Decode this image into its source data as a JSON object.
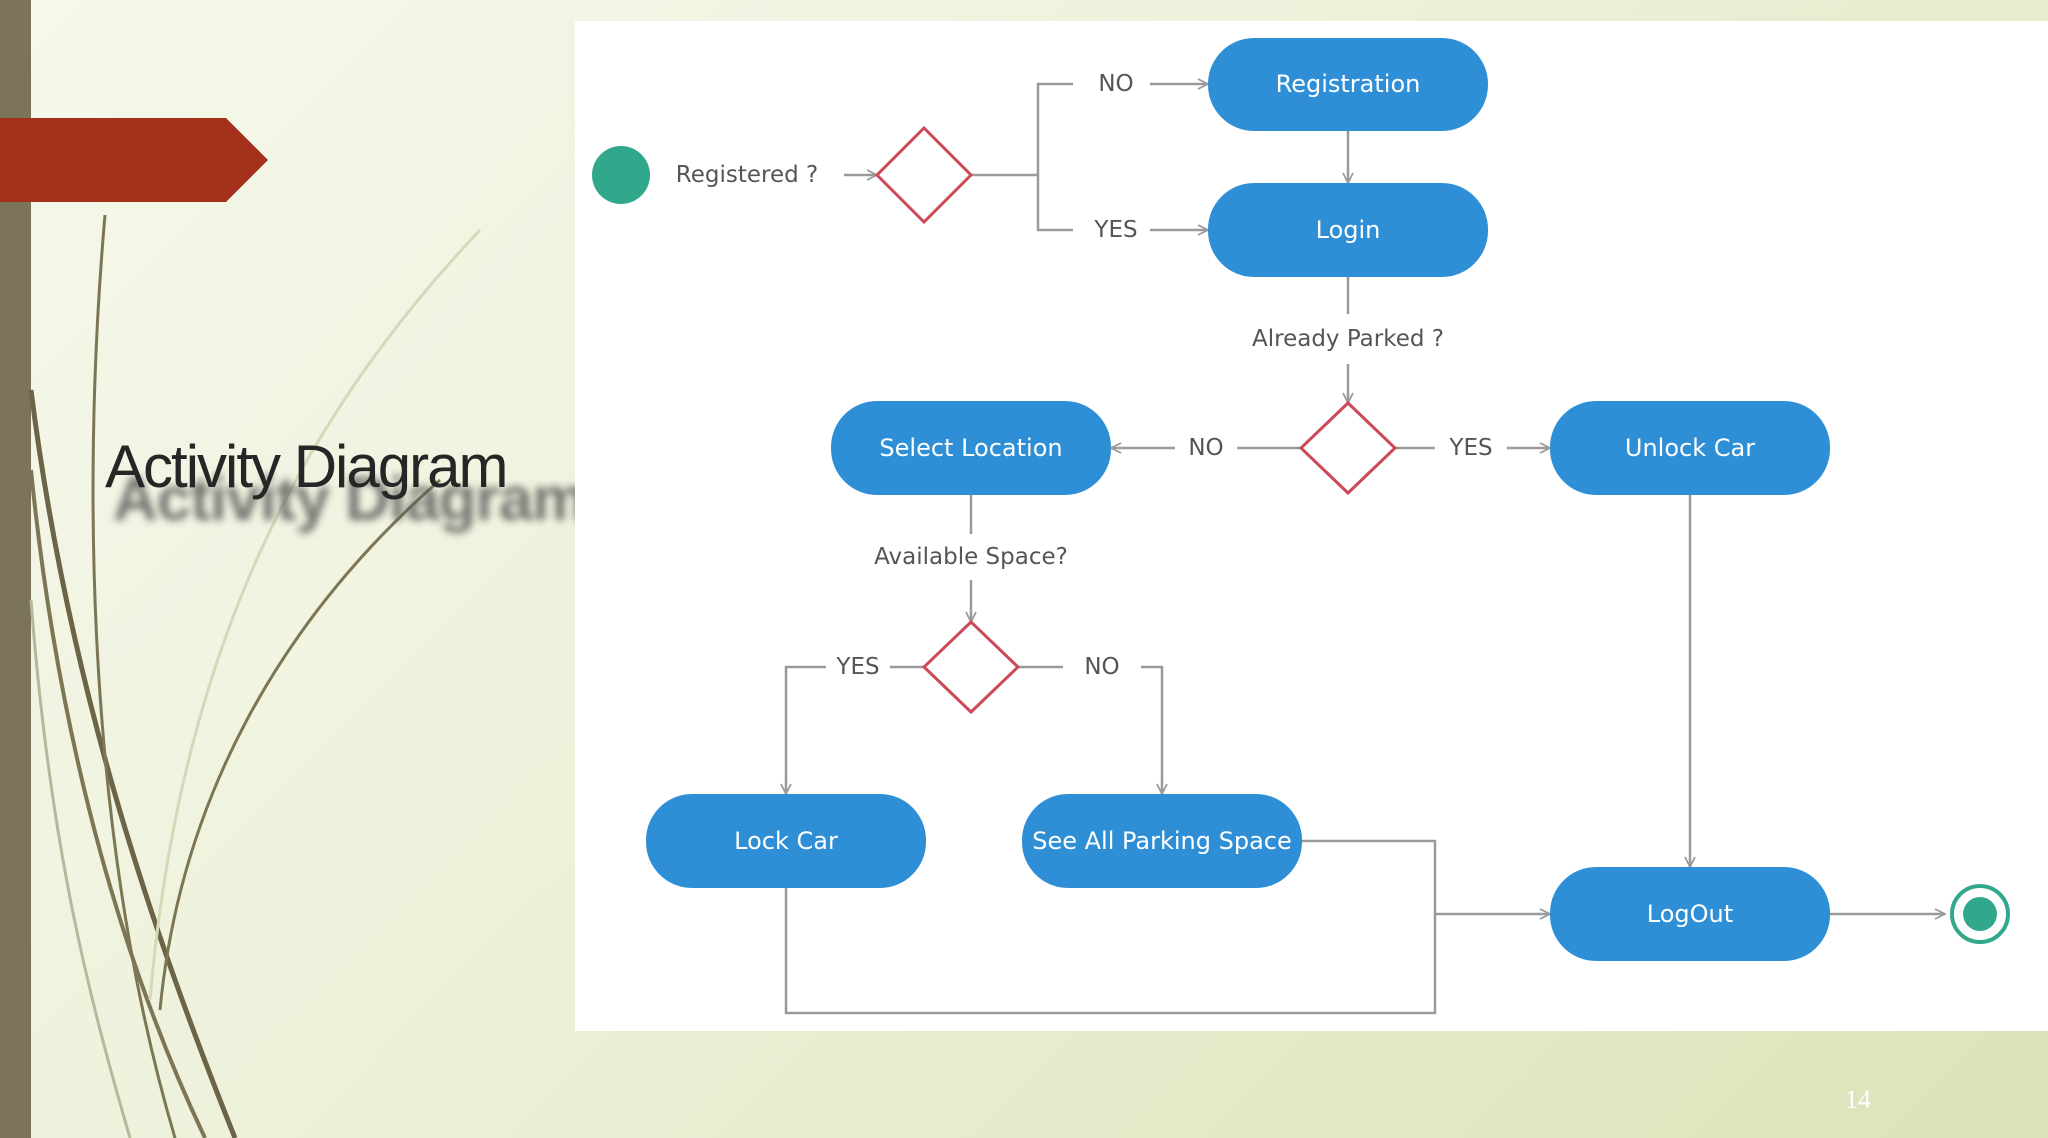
{
  "slide": {
    "title": "Activity Diagram",
    "page_number": "14",
    "colors": {
      "accent_arrow": "#a3301a",
      "side_bar": "#7c7458"
    }
  },
  "diagram": {
    "colors": {
      "node_fill": "#2f8fd6",
      "node_text": "#ffffff",
      "decision_stroke": "#cc4a57",
      "edge": "#9a9a9a",
      "start_node": "#31a88c"
    },
    "nodes": {
      "registration": "Registration",
      "login": "Login",
      "select_location": "Select Location",
      "unlock_car": "Unlock Car",
      "lock_car": "Lock Car",
      "see_all_parking": "See All Parking Space",
      "logout": "LogOut"
    },
    "decisions": {
      "registered": "Registered ?",
      "already_parked": "Already Parked ?",
      "available_space": "Available Space?"
    },
    "edge_labels": {
      "registered_no": "NO",
      "registered_yes": "YES",
      "parked_no": "NO",
      "parked_yes": "YES",
      "space_yes": "YES",
      "space_no": "NO"
    }
  }
}
